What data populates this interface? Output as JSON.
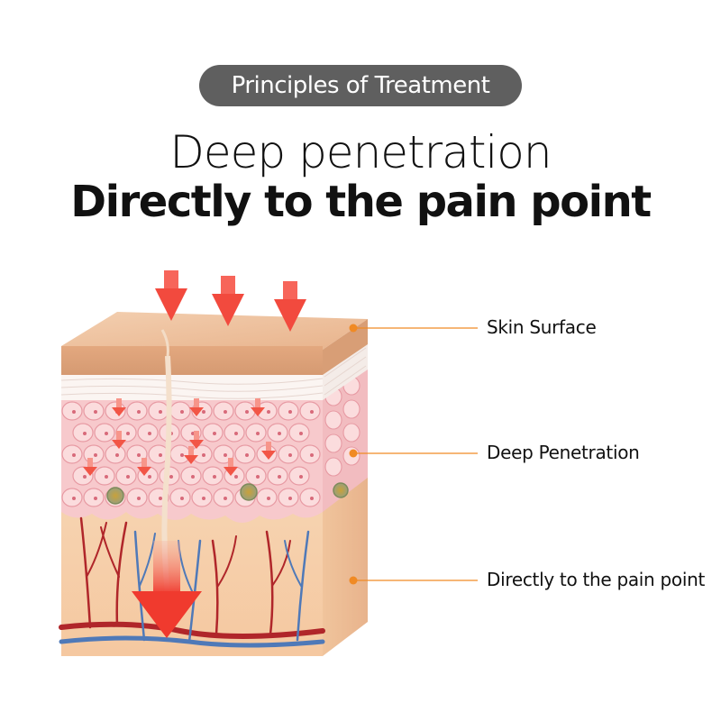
{
  "badge": {
    "label": "Principles of Treatment"
  },
  "headline": {
    "line1": "Deep penetration",
    "line2": "Directly to the pain point"
  },
  "callouts": [
    {
      "label": "Skin Surface"
    },
    {
      "label": "Deep Penetration"
    },
    {
      "label": "Directly to the pain point"
    }
  ],
  "colors": {
    "badge_bg": "#5f5f5f",
    "accent_orange": "#f08a24",
    "arrow_red": "#f24a3e",
    "artery": "#b0262a",
    "vein": "#4f79b8",
    "skin_top": "#e9b58a",
    "fat_layer": "#f8d4ad"
  }
}
